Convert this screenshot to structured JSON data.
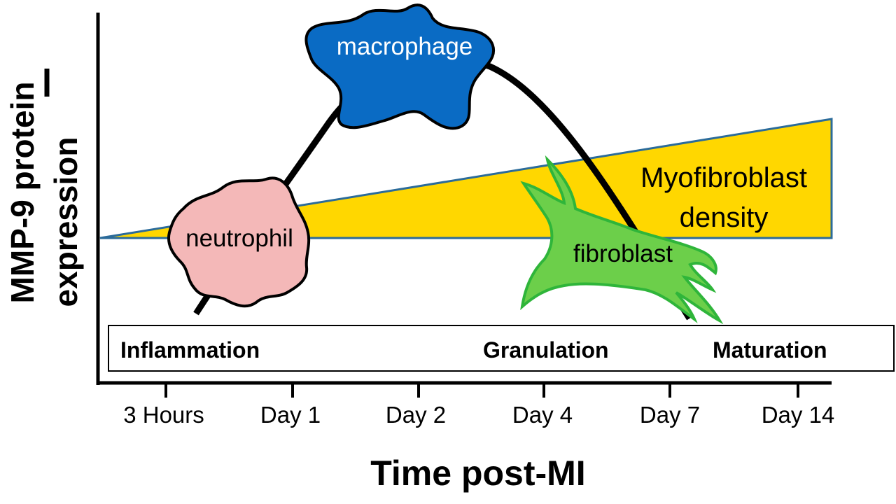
{
  "y_axis": {
    "label_line1": "MMP-9 protein",
    "label_line2": "expression"
  },
  "x_axis": {
    "title": "Time post-MI",
    "ticks": [
      "3 Hours",
      "Day 1",
      "Day 2",
      "Day 4",
      "Day 7",
      "Day 14"
    ]
  },
  "phases": [
    "Inflammation",
    "Granulation",
    "Maturation"
  ],
  "cells": {
    "neutrophil": "neutrophil",
    "macrophage": "macrophage",
    "fibroblast": "fibroblast"
  },
  "wedge": {
    "line1": "Myofibroblast",
    "line2": "density"
  },
  "colors": {
    "neutrophil": "#f4b8b8",
    "macrophage": "#0a6bc4",
    "fibroblast": "#6ccf4a",
    "fibroblast_outline": "#2fb53a",
    "wedge_fill": "#ffd700",
    "wedge_outline": "#2b6b9a",
    "curve": "#000000"
  }
}
